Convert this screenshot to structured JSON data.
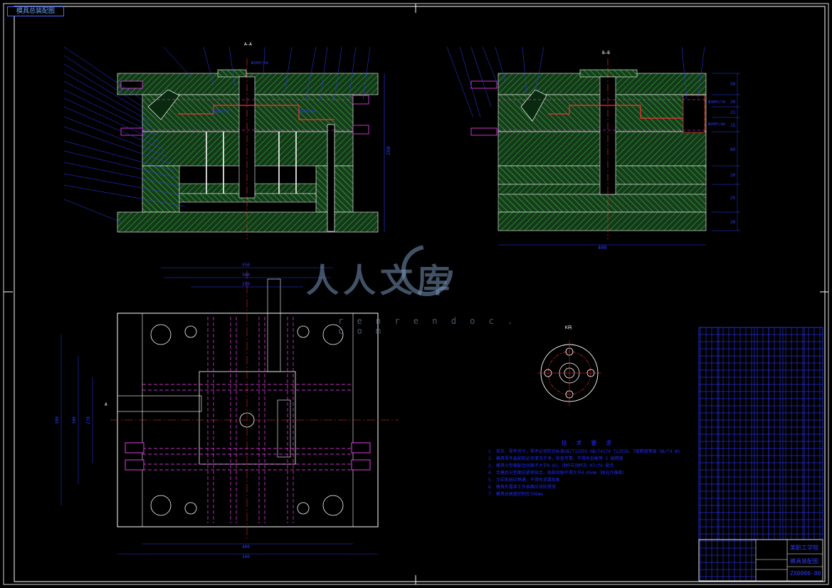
{
  "header_tag": "模具总装配图",
  "watermark": {
    "brand": "人人文库",
    "url": "r e n r e n d o c . c o m"
  },
  "technical_requirements": {
    "title": "技 术 要 求",
    "items": [
      "1. 单位、零件尺寸，零件必须符合标准GB/T12555 GB/T4170 T12556，7级精度等级 GB/T4.8%",
      "2. 模具零件装配前必须清洗干净，检查可靠，不得有划痕等 5 级精度",
      "3. 模具分型面配合间隙不大于0.02，顶杆与顶杆孔 H7/f6 配合",
      "4. 合模后分型面应紧密贴合，局部间隙不得大于0.05mm（按允许偏差）",
      "5. 冷却系统应畅通，不得有渗漏现象",
      "6. 模具外露非工作表面应涂防锈漆",
      "7. 模具总高度控制在350mm"
    ]
  },
  "title_block": {
    "drawing_name": "模具装配图",
    "school": "某职工学院",
    "drawing_no": "ZX0000-00"
  },
  "dimensions": {
    "top_left_height": "260",
    "top_right_width": "400",
    "plan_total_width": "550",
    "plan_width_2": "380",
    "plan_width_3": "290",
    "plan_bottom_1": "400",
    "plan_bottom_2": "340",
    "plan_height_1": "380",
    "plan_height_2": "300",
    "plan_height_3": "270",
    "right_stack": [
      "30",
      "30",
      "15",
      "15",
      "80",
      "30",
      "25",
      "30"
    ]
  },
  "section_labels": {
    "a": "A—A",
    "b": "B—B",
    "view": "A",
    "small_view": "K向"
  },
  "fits": [
    "Φ20H7/n6",
    "Φ25H7/n6",
    "Φ16H7/k6",
    "Φ30H7/f6",
    "Φ20H7/m6"
  ],
  "bom_rows": 36,
  "colors": {
    "background": "#000000",
    "frame": "#ffffff",
    "section_hatch": "#2e8b2e",
    "plate": "#3a6e3a",
    "dimension": "#1e2cff",
    "centerline": "#ff3030",
    "cooling": "#ff40ff",
    "fastener": "#ffffff",
    "grid": "#2a36ff"
  }
}
